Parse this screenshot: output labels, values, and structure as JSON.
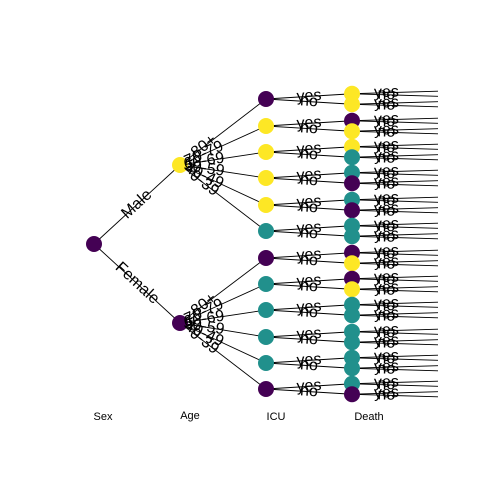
{
  "levels": [
    "Sex",
    "Age",
    "ICU",
    "Death"
  ],
  "colors": {
    "c1": "#440154",
    "c2": "#21908C",
    "c3": "#FDE725",
    "edge": "#000000"
  },
  "root": {
    "color": "c1"
  },
  "sex": [
    {
      "label": "Male",
      "color": "c3"
    },
    {
      "label": "Female",
      "color": "c1"
    }
  ],
  "age_labels": [
    "80+",
    "70-79",
    "60-69",
    "50-59",
    "40-49",
    "0-39"
  ],
  "icu_colors": [
    [
      "c1",
      "c3",
      "c3",
      "c3",
      "c3",
      "c2"
    ],
    [
      "c1",
      "c2",
      "c2",
      "c2",
      "c2",
      "c1"
    ]
  ],
  "icu_edge_labels": [
    "yes",
    "no"
  ],
  "death_edge_labels": [
    "yes",
    "no"
  ],
  "death_colors": [
    [
      [
        "c3",
        "c3"
      ],
      [
        "c1",
        "c3"
      ],
      [
        "c3",
        "c2"
      ],
      [
        "c2",
        "c1"
      ],
      [
        "c2",
        "c1"
      ],
      [
        "c2",
        "c2"
      ]
    ],
    [
      [
        "c1",
        "c3"
      ],
      [
        "c1",
        "c3"
      ],
      [
        "c2",
        "c2"
      ],
      [
        "c2",
        "c2"
      ],
      [
        "c2",
        "c2"
      ],
      [
        "c2",
        "c1"
      ]
    ]
  ]
}
